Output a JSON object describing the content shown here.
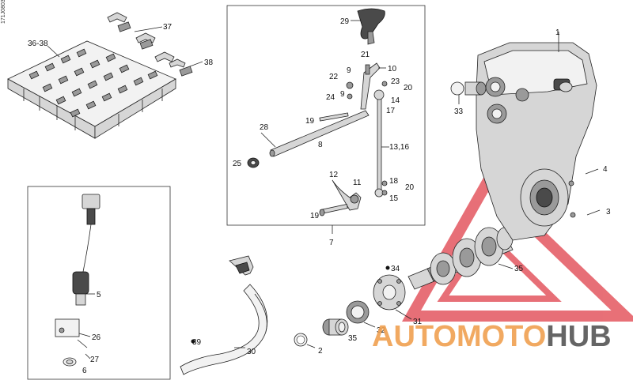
{
  "figure_id": "171J0803",
  "callouts": {
    "c1": "1",
    "c2": "2",
    "c3": "3",
    "c4": "4",
    "c5": "5",
    "c6": "6",
    "c7": "7",
    "c8": "8",
    "c9a": "9",
    "c9b": "9",
    "c10": "10",
    "c11": "11",
    "c12": "12",
    "c13": "13,16",
    "c14": "14",
    "c15": "15",
    "c17": "17",
    "c18": "18",
    "c19a": "19",
    "c19b": "19",
    "c20a": "20",
    "c20b": "20",
    "c21": "21",
    "c22": "22",
    "c23": "23",
    "c24": "24",
    "c25": "25",
    "c26": "26",
    "c27": "27",
    "c28": "28",
    "c29": "29",
    "c30": "30",
    "c31": "31",
    "c32": "32",
    "c33": "33",
    "c34": "34",
    "c35a": "35",
    "c35b": "35",
    "c36": "36-38",
    "c37": "37",
    "c38": "38",
    "c39": "39"
  },
  "watermark": {
    "part1": "AUTOMOTO",
    "part2": "HUB",
    "color_accent": "#f0a050",
    "color_dark": "#555555",
    "triangle_color": "#e0404a"
  }
}
